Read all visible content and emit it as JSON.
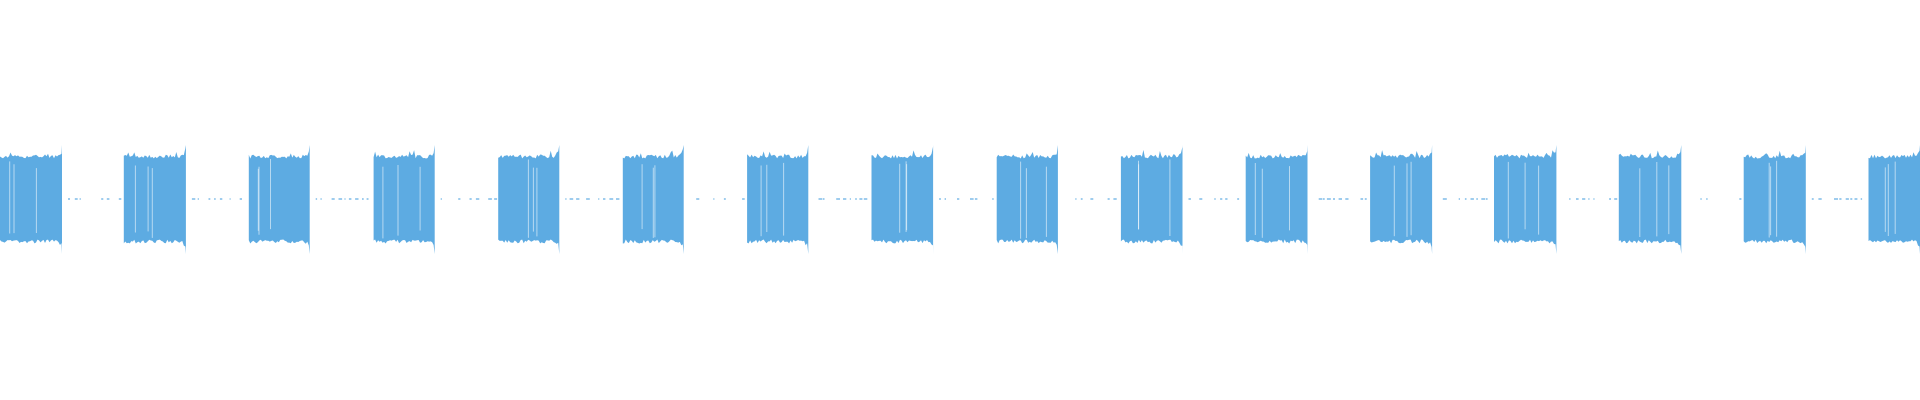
{
  "waveform": {
    "color": "#5dabe2",
    "background": "#ffffff",
    "blocks": [
      {
        "on": 0.0,
        "off": 0.0323
      },
      {
        "on": 0.0645,
        "off": 0.0968
      },
      {
        "on": 0.1296,
        "off": 0.1613
      },
      {
        "on": 0.1946,
        "off": 0.2264
      },
      {
        "on": 0.2595,
        "off": 0.2913
      },
      {
        "on": 0.3244,
        "off": 0.3561
      },
      {
        "on": 0.3891,
        "off": 0.421
      },
      {
        "on": 0.4539,
        "off": 0.486
      },
      {
        "on": 0.5191,
        "off": 0.551
      },
      {
        "on": 0.5838,
        "off": 0.6159
      },
      {
        "on": 0.6488,
        "off": 0.681
      },
      {
        "on": 0.7136,
        "off": 0.7459
      },
      {
        "on": 0.7781,
        "off": 0.8106
      },
      {
        "on": 0.8431,
        "off": 0.8757
      },
      {
        "on": 0.9082,
        "off": 0.9405
      },
      {
        "on": 0.9732,
        "off": 1.0
      }
    ]
  }
}
